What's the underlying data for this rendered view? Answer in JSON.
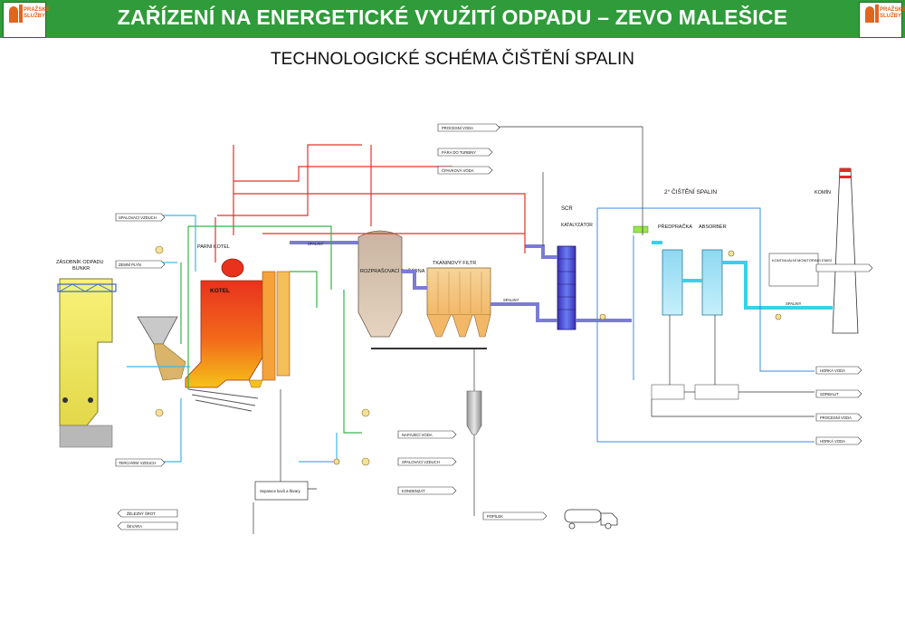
{
  "header": {
    "title": "ZAŘÍZENÍ NA ENERGETICKÉ VYUŽITÍ ODPADU – ZEVO MALEŠICE",
    "logo_text_line1": "PRAŽSKÉ",
    "logo_text_line2": "SLUŽBY"
  },
  "subtitle": "TECHNOLOGICKÉ SCHÉMA ČIŠTĚNÍ SPALIN",
  "colors": {
    "banner": "#2f9b3a",
    "flue_gas": "#7b7bd6",
    "steam": "#e2332b",
    "water": "#36b34a",
    "air": "#3fb8e0",
    "cooling": "#3d8be0"
  },
  "labels": {
    "bunker_title": "ZÁSOBNÍK ODPADU",
    "bunker": "BUNKR",
    "kotel_title": "PARNÍ KOTEL",
    "kotel": "KOTEL",
    "dryer": "ROZPRAŠOVACÍ SUŠÁRNA",
    "filter": "TKANINOVÝ FILTR",
    "scr": "SCR",
    "catalyst": "KATALYZÁTOR",
    "second_stage": "2° ČIŠTĚNÍ SPALIN",
    "prewasher": "PŘEDPRAČKA",
    "absorber": "ABSORBÉR",
    "chimney": "KOMÍN",
    "spalovaci_vzduch": "SPALOVACÍ VZDUCH",
    "zemni_plyn": "ZEMNÍ PLYN",
    "tercni_vzduch": "TERCIÁRNÍ VZDUCH",
    "zelezny_srot": "ŽELEZNÝ ŠROT",
    "skvara": "ŠKVÁRA",
    "procesni_voda_top": "PROCESNÍ VODA",
    "para_do_turbiny": "PÁRA DO TURBÍNY",
    "cpavkova_voda": "ČPAVKOVÁ VODA",
    "napajeci_voda": "NAPÁJECÍ VODA",
    "spalovaci_vzduch2": "SPALOVACÍ VZDUCH",
    "kondenzat": "KONDENZÁT",
    "popilek": "POPÍLEK",
    "horka_voda_1": "HORKÁ VODA",
    "sorbalit": "SORBALIT",
    "procesni_voda_r": "PROCESNÍ VODA",
    "horka_voda_2": "HORKÁ VODA",
    "spaliny_1": "SPALINY",
    "spaliny_2": "SPALINY",
    "spaliny_3": "SPALINY",
    "cont_monitoring": "KONTINUÁLNÍ MONITORING EMISÍ",
    "separation": "Separace kovů a škvary"
  }
}
